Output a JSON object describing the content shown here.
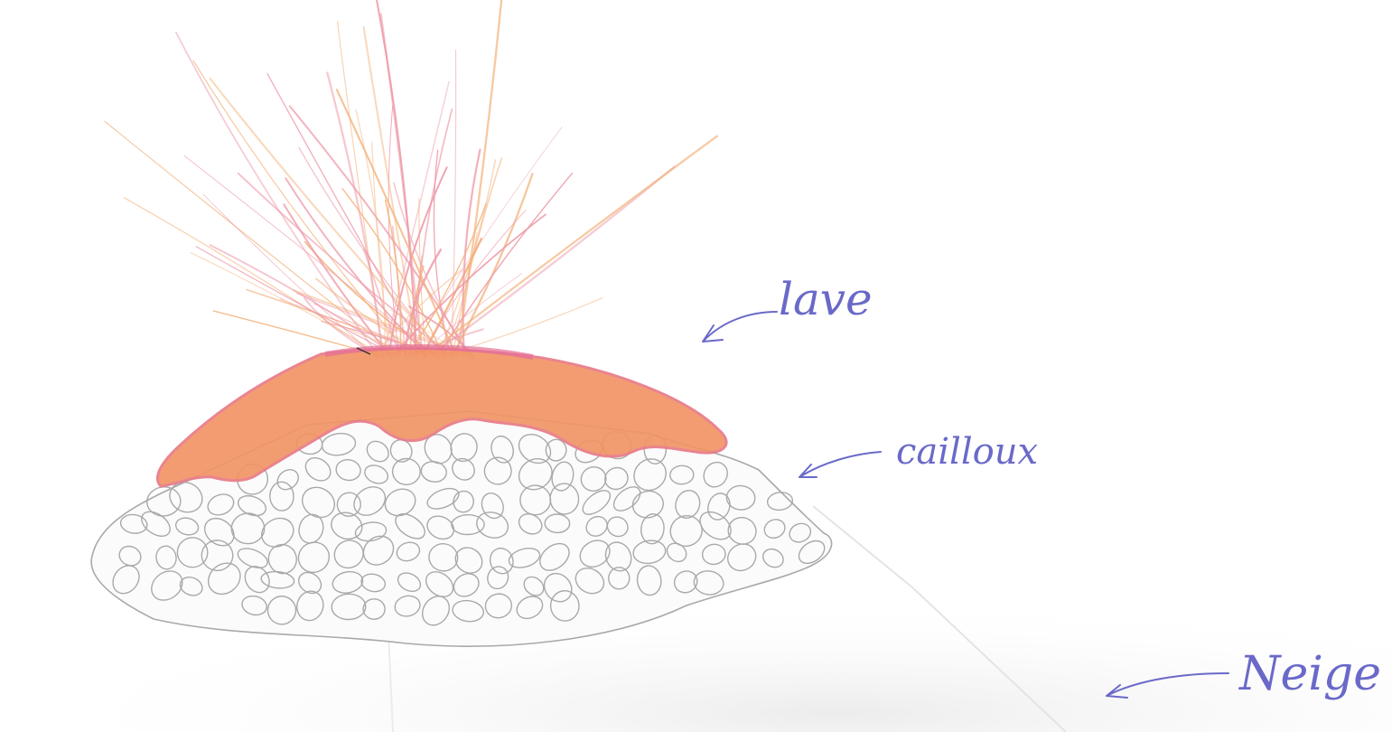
{
  "labels": {
    "lava": "lave",
    "rocks": "cailloux",
    "snow": "Neige"
  },
  "colors": {
    "label_ink": "#6a69c9",
    "lava_fill": "#f29466",
    "lava_edge": "#e87a88",
    "spray_pink": "#ee9aa8",
    "spray_orange": "#f3b27a",
    "pebble_line": "#a9a9a9"
  }
}
